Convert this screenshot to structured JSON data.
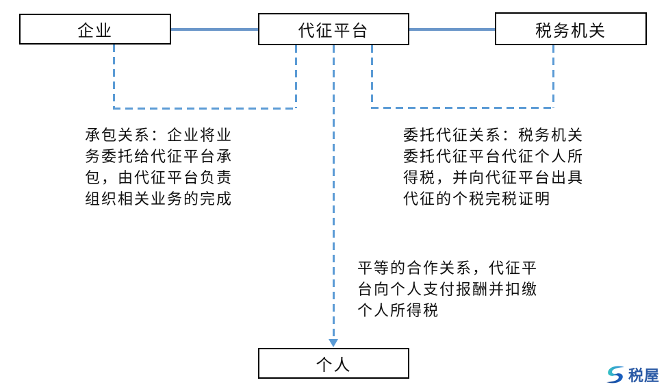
{
  "diagram": {
    "nodes": {
      "enterprise": {
        "label": "企业"
      },
      "platform": {
        "label": "代征平台"
      },
      "tax_authority": {
        "label": "税务机关"
      },
      "individual": {
        "label": "个人"
      }
    },
    "annotations": {
      "contracting": "承包关系：企业将业\n务委托给代征平台承\n包，由代征平台负责\n组织相关业务的完成",
      "delegation": "委托代征关系：税务机关\n委托代征平台代征个人所\n得税，并向代征平台出具\n代征的个税完税证明",
      "cooperation": "平等的合作关系，代征平\n台向个人支付报酬并扣缴\n个人所得税"
    },
    "colors": {
      "connector_solid": "#6A96C9",
      "connector_dashed": "#5B9BD5",
      "box_border": "#000000",
      "logo_text": "#2B5AA5",
      "logo_teal": "#35C2C4",
      "logo_blue": "#2E7FD6",
      "logo_navy": "#15418C"
    }
  },
  "logo": {
    "text": "税屋",
    "icon": "s-swoosh-icon"
  }
}
